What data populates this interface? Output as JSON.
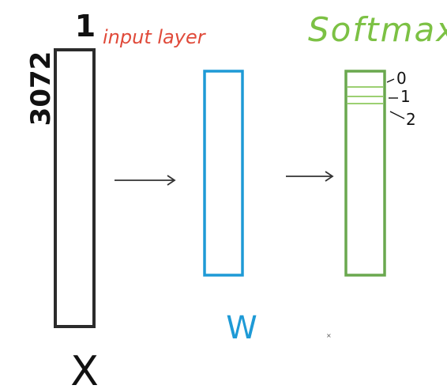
{
  "diagram": {
    "input_width_label": "1",
    "input_height_label": "3072",
    "input_layer_label": "input layer",
    "softmax_label": "Softmax",
    "x_label": "X",
    "w_label": "W",
    "output_labels": [
      "0",
      "1",
      "2"
    ],
    "colors": {
      "input_box": "#2b2b2b",
      "weights_box": "#1e9ad6",
      "softmax_box": "#6aa84f",
      "softmax_title": "#7cc144",
      "input_layer_text": "#e04a3a",
      "arrow": "#333333",
      "dark_text": "#111111"
    }
  }
}
